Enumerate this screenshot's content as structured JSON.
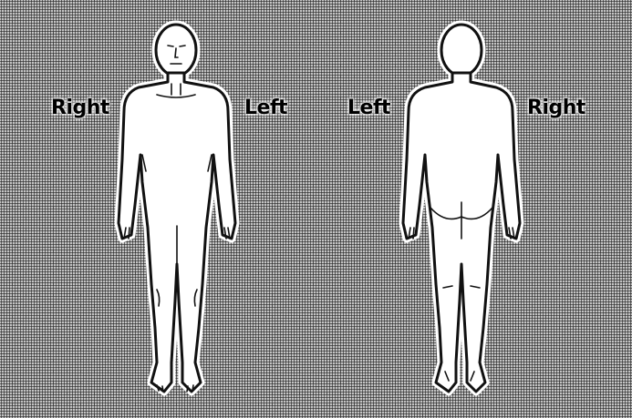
{
  "front_view": {
    "label_left_side": "Right",
    "label_right_side": "Left"
  },
  "back_view": {
    "label_left_side": "Left",
    "label_right_side": "Right"
  }
}
